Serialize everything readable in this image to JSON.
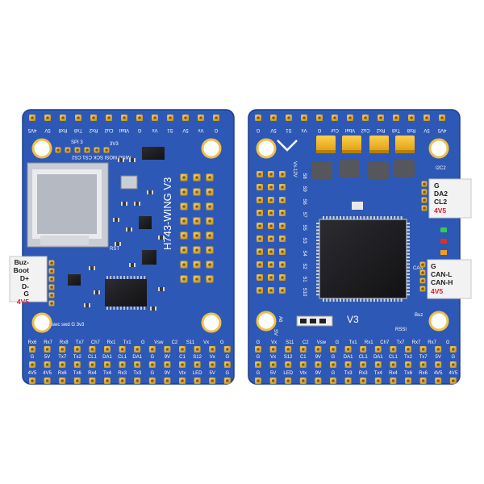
{
  "colors": {
    "pcb": "#2e58b5",
    "pcb_edge": "#1f3f8a",
    "pad": "#e2b33c",
    "pad_hole": "#7a5a1a",
    "chip": "#1e1e22",
    "capacitor": "#f0b21b",
    "silkscreen": "#ffffff",
    "accent_red": "#d8202a"
  },
  "left_board": {
    "board_name": "H743-WING V3",
    "top_header": [
      "4V5",
      "5V",
      "Rx8",
      "Tx8",
      "Rx2",
      "Cu2",
      "Vbat",
      "G",
      "Vx",
      "S1",
      "5V",
      "Vx",
      "G"
    ],
    "spi_label": "SPI 3",
    "spi_pins": "MISO MOSI SCK CS1 CS2",
    "spi_extra": "3V3",
    "side_tag": {
      "lines": [
        "Buz-",
        "Boot",
        "D+",
        "D-",
        "G"
      ],
      "red": "4V5"
    },
    "debug_label": "swc swd G 3v3",
    "row1": [
      "Rx6",
      "Rx7",
      "Rx8",
      "Tx7",
      "Ch7",
      "Rx1",
      "Tx1",
      "G",
      "Vsw",
      "C2",
      "S11",
      "Vx",
      "G"
    ],
    "row2": [
      "G",
      "5V",
      "Tx7",
      "Tx2",
      "CL1",
      "DA1",
      "CL1",
      "DA1",
      "G",
      "9V",
      "C1",
      "S12",
      "Vx",
      "G"
    ],
    "row3": [
      "4V5",
      "4V5",
      "Rx6",
      "Tx6",
      "Rx4",
      "Tx4",
      "Rx3",
      "Tx3",
      "G",
      "9V",
      "Vtx",
      "LED",
      "5V",
      "G"
    ],
    "rst_label": "RST"
  },
  "right_board": {
    "version_mark": "V3",
    "top_header": [
      "G",
      "5V",
      "S1",
      "Vx",
      "G",
      "Cur",
      "Vbat",
      "Cu2",
      "Rx2",
      "Tx8",
      "Rx8",
      "5V",
      "4V5"
    ],
    "right_tag_top": {
      "head": "I2C2",
      "lines": [
        "G",
        "DA2",
        "CL2"
      ],
      "red": "4V5"
    },
    "right_tag_bottom": {
      "head": "CAN",
      "lines": [
        "G",
        "CAN-L",
        "CAN-H"
      ],
      "red": "4V5"
    },
    "left_rows": [
      "S8",
      "S9",
      "S6",
      "S7",
      "S5",
      "S3",
      "S4",
      "S2",
      "S1",
      "S10"
    ],
    "vertical_left": "Vx-12V",
    "bottom_labels": [
      "A6",
      "SV"
    ],
    "rssi_label": "RSSI",
    "buz_label": "Buz",
    "row1": [
      "G",
      "Vx",
      "S11",
      "C2",
      "Vsw",
      "G",
      "Tx1",
      "Rx1",
      "Ch7",
      "Tx7",
      "Rx7",
      "Rx7",
      "G"
    ],
    "row2": [
      "G",
      "Vx",
      "S12",
      "C1",
      "9V",
      "G",
      "DA1",
      "CL1",
      "DA1",
      "CL1",
      "Tx2",
      "Tx7",
      "5V",
      "G"
    ],
    "row3": [
      "G",
      "5V",
      "LED",
      "Vtx",
      "9V",
      "G",
      "Tx3",
      "Rx3",
      "Tx4",
      "Rx4",
      "Tx6",
      "Rx6",
      "4V5",
      "4V5"
    ]
  }
}
